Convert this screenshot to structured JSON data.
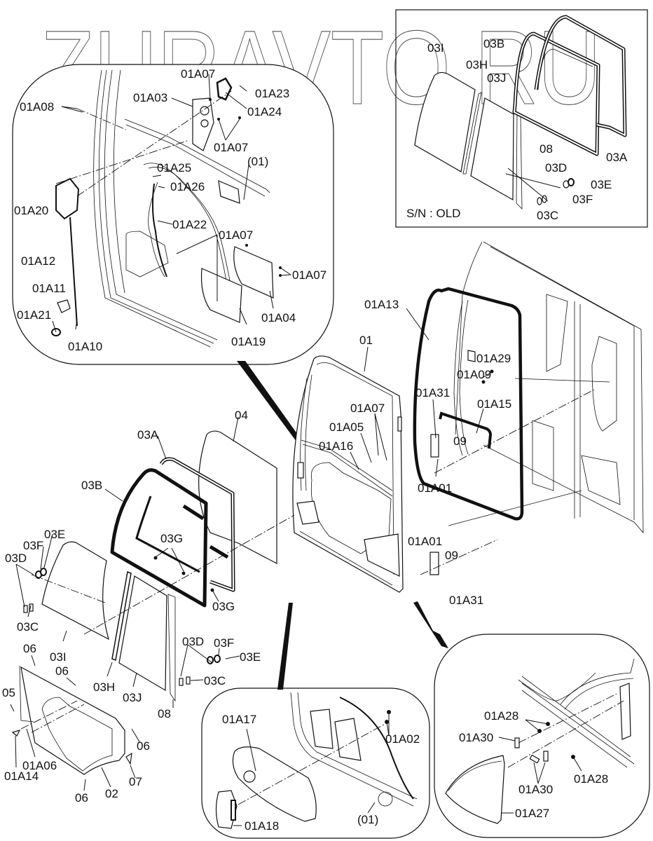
{
  "watermark": "ZURAVTO.RU",
  "inset_note": "S/N : OLD",
  "labels": {
    "detail_top_left": [
      "01A07",
      "01A03",
      "01A23",
      "01A24",
      "01A08",
      "01A07",
      "(01)",
      "01A25",
      "01A26",
      "01A20",
      "01A22",
      "01A07",
      "01A12",
      "01A07",
      "01A11",
      "01A21",
      "01A04",
      "01A10",
      "01A19"
    ],
    "inset_old": [
      "03B",
      "03I",
      "03H",
      "03J",
      "08",
      "03A",
      "03D",
      "03E",
      "03F",
      "03C"
    ],
    "main_door": [
      "01A13",
      "01",
      "01A29",
      "01A09",
      "01A31",
      "01A15",
      "01A07",
      "01A05",
      "01A16",
      "09",
      "01A01",
      "01A01",
      "09",
      "01A31"
    ],
    "glass": [
      "04",
      "03A",
      "03B",
      "03G",
      "03G",
      "03E",
      "03F",
      "03D",
      "03C",
      "03I",
      "03H",
      "03J",
      "08",
      "03D",
      "03F",
      "03E",
      "03C"
    ],
    "lower_panel": [
      "06",
      "06",
      "05",
      "01A06",
      "01A14",
      "06",
      "07",
      "06",
      "02"
    ],
    "detail_bottom_center": [
      "01A17",
      "01A02",
      "01A18",
      "(01)"
    ],
    "detail_bottom_right": [
      "01A28",
      "01A30",
      "01A30",
      "01A28",
      "01A27"
    ]
  }
}
